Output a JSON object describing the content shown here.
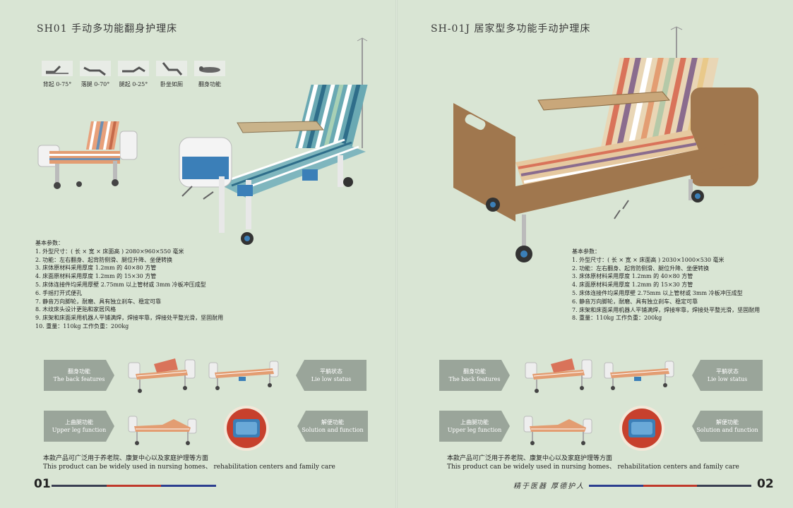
{
  "left": {
    "title": "SH01  手动多功能翻身护理床",
    "icons": [
      {
        "label": "背起 0-75°",
        "icon": "back-raise-icon"
      },
      {
        "label": "落腿 0-70°",
        "icon": "leg-drop-icon"
      },
      {
        "label": "腿起 0-25°",
        "icon": "leg-raise-icon"
      },
      {
        "label": "卧坐如厕",
        "icon": "toilet-sitting-icon"
      },
      {
        "label": "翻身功能",
        "icon": "turn-over-icon"
      }
    ],
    "params_title": "基本参数：",
    "params": [
      "1. 外型尺寸：( 长 × 宽 × 床面高 ) 2080×960×550 毫米",
      "2. 功能：左右翻身、起背防侧滑、腿位升降、坐便转换",
      "3. 床体原材料采用厚度 1.2mm 的 40×80 方管",
      "4. 床面原材料采用厚度 1.2mm 的 15×30 方管",
      "5. 床体连接件均采用厚壁 2.75mm 以上管材或 3mm 冷板冲压成型",
      "6. 手摇打开式便孔",
      "7. 静音万向脚轮，耐磨、具有独立刹车、稳定可靠",
      "8. 木纹床头设计更贴和家居风格",
      "9. 床架和床面采用机器人平铺满焊，焊接牢靠，焊接处平整光滑，坚固耐用",
      "10. 重量：110kg  工作负重：200kg"
    ],
    "usage_cn": "本款产品可广泛用于养老院、康复中心以及家庭护理等方面",
    "usage_en": "This product can be widely used in nursing homes、 rehabilitation centers and family care",
    "page_number": "01"
  },
  "right": {
    "title": "SH-01J  居家型多功能手动护理床",
    "params_title": "基本参数：",
    "params": [
      "1. 外型尺寸：( 长 × 宽 × 床面高 ) 2030×1000×530 毫米",
      "2. 功能：左右翻身、起背防侧滑、腿位升降、坐便转换",
      "3. 床体原材料采用厚度 1.2mm 的 40×80 方管",
      "4. 床面原材料采用厚度 1.2mm 的 15×30 方管",
      "5. 床体连接件均采用厚壁 2.75mm 以上管材或 3mm 冷板冲压成型",
      "6. 静音万向脚轮，耐磨、具有独立刹车、稳定可靠",
      "7. 床架和床面采用机器人平铺满焊，焊接牢靠，焊接处平整光滑，坚固耐用",
      "8. 重量：110kg  工作负重：200kg"
    ],
    "usage_cn": "本款产品可广泛用于养老院、康复中心以及家庭护理等方面",
    "usage_en": "This product can be widely used in nursing homes、 rehabilitation centers and family care",
    "slogan": "精于医器  厚德护人",
    "page_number": "02"
  },
  "features": {
    "turn": {
      "cn": "翻身功能",
      "en": "The back features"
    },
    "flat": {
      "cn": "平躺状态",
      "en": "Lie low status"
    },
    "leg": {
      "cn": "上曲腿功能",
      "en": "Upper leg function"
    },
    "toilet": {
      "cn": "解便功能",
      "en": "Solution and function"
    }
  },
  "colors": {
    "background": "#d9e5d4",
    "feature_box": "#9aa59a",
    "rule_dark": "#3a3f52",
    "rule_red": "#c0392b",
    "rule_blue": "#2c3e8f",
    "wood": "#a0774e"
  }
}
